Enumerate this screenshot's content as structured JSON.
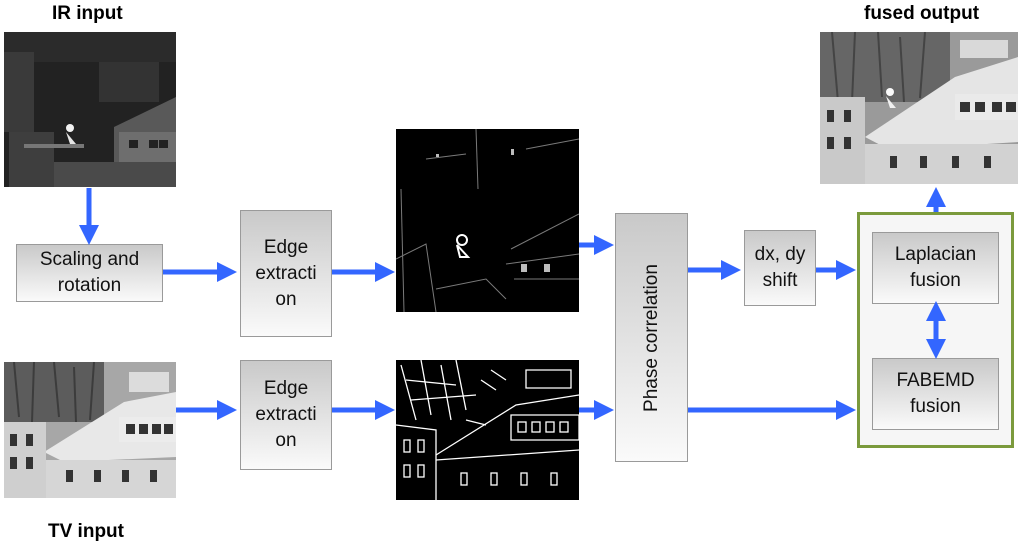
{
  "titles": {
    "ir_input": "IR input",
    "tv_input": "TV input",
    "fused_output": "fused output"
  },
  "blocks": {
    "scaling_rotation": "Scaling and\nrotation",
    "edge_extraction_top": "Edge\nextracti\non",
    "edge_extraction_bottom": "Edge\nextracti\non",
    "phase_correlation": "Phase correlation",
    "shift": "dx, dy\nshift",
    "laplacian_fusion": "Laplacian\nfusion",
    "fabemd_fusion": "FABEMD\nfusion"
  },
  "colors": {
    "arrow": "#3366ff",
    "fusion_frame": "#7b9a3c",
    "block_gradient_top": "#c9c9c9",
    "block_gradient_bottom": "#fafafa"
  }
}
